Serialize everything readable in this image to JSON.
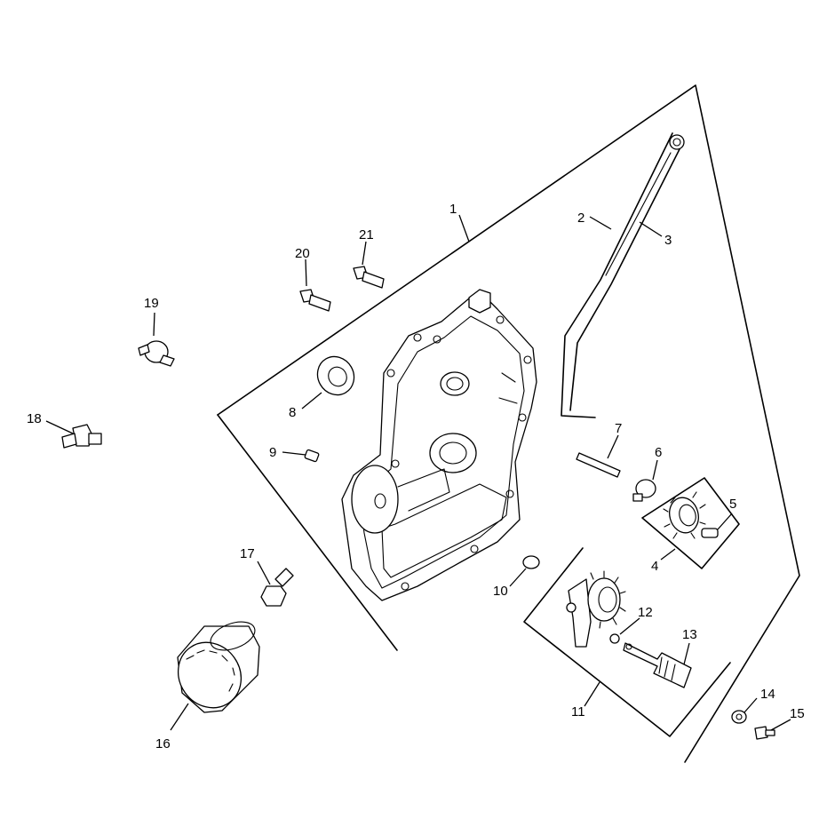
{
  "callouts": [
    {
      "id": "1",
      "label": "1"
    },
    {
      "id": "2",
      "label": "2"
    },
    {
      "id": "3",
      "label": "3"
    },
    {
      "id": "4",
      "label": "4"
    },
    {
      "id": "5",
      "label": "5"
    },
    {
      "id": "6",
      "label": "6"
    },
    {
      "id": "7",
      "label": "7"
    },
    {
      "id": "8",
      "label": "8"
    },
    {
      "id": "9",
      "label": "9"
    },
    {
      "id": "10",
      "label": "10"
    },
    {
      "id": "11",
      "label": "11"
    },
    {
      "id": "12",
      "label": "12"
    },
    {
      "id": "13",
      "label": "13"
    },
    {
      "id": "14",
      "label": "14"
    },
    {
      "id": "15",
      "label": "15"
    },
    {
      "id": "16",
      "label": "16"
    },
    {
      "id": "17",
      "label": "17"
    },
    {
      "id": "18",
      "label": "18"
    },
    {
      "id": "19",
      "label": "19"
    },
    {
      "id": "20",
      "label": "20"
    },
    {
      "id": "21",
      "label": "21"
    }
  ]
}
